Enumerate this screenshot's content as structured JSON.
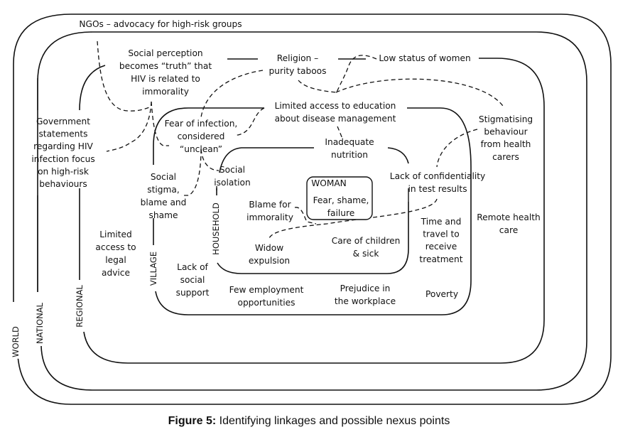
{
  "figure": {
    "caption_label": "Figure 5:",
    "caption_text": " Identifying linkages and possible nexus points"
  },
  "levels": {
    "world": "WORLD",
    "national": "NATIONAL",
    "regional": "REGIONAL",
    "village": "VILLAGE",
    "household": "HOUSEHOLD"
  },
  "nodes": {
    "ngos": [
      "NGOs – advocacy for high-risk groups"
    ],
    "social_perception": [
      "Social perception",
      "becomes “truth” that",
      "HIV is related to",
      "immorality"
    ],
    "religion": [
      "Religion –",
      "purity taboos"
    ],
    "low_status": [
      "Low status of women"
    ],
    "government": [
      "Government",
      "statements",
      "regarding HIV",
      "infection focus",
      "on high-risk",
      "behaviours"
    ],
    "limited_education": [
      "Limited access to education",
      "about disease management"
    ],
    "fear_infection": [
      "Fear of infection,",
      "considered",
      "“unclean”"
    ],
    "stigmatising": [
      "Stigmatising",
      "behaviour",
      "from health",
      "carers"
    ],
    "inadequate_nutrition": [
      "Inadequate",
      "nutrition"
    ],
    "social_isolation": [
      "Social",
      "isolation"
    ],
    "social_stigma": [
      "Social",
      "stigma,",
      "blame and",
      "shame"
    ],
    "lack_confidentiality": [
      "Lack of confidentiality",
      "in test results"
    ],
    "woman_title": [
      "WOMAN"
    ],
    "woman_feelings": [
      "Fear, shame,",
      "failure"
    ],
    "blame_immorality": [
      "Blame for",
      "immorality"
    ],
    "remote_health": [
      "Remote health",
      "care"
    ],
    "time_travel": [
      "Time and",
      "travel to",
      "receive",
      "treatment"
    ],
    "legal_advice": [
      "Limited",
      "access to",
      "legal",
      "advice"
    ],
    "widow": [
      "Widow",
      "expulsion"
    ],
    "care_children": [
      "Care of children",
      "& sick"
    ],
    "lack_social_support": [
      "Lack of",
      "social",
      "support"
    ],
    "few_employment": [
      "Few employment",
      "opportunities"
    ],
    "prejudice": [
      "Prejudice in",
      "the workplace"
    ],
    "poverty": [
      "Poverty"
    ]
  }
}
